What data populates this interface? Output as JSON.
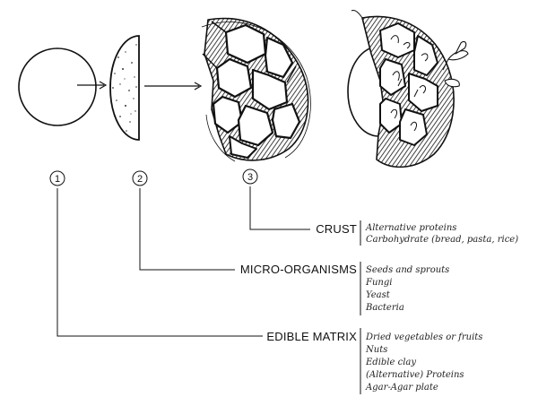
{
  "steps": [
    {
      "number": "1"
    },
    {
      "number": "2"
    },
    {
      "number": "3"
    }
  ],
  "layers": [
    {
      "title": "CRUST",
      "items": [
        "Alternative proteins",
        "Carbohydrate (bread, pasta, rice)"
      ]
    },
    {
      "title": "MICRO-ORGANISMS",
      "items": [
        "Seeds and sprouts",
        "Fungi",
        "Yeast",
        "Bacteria"
      ]
    },
    {
      "title": "EDIBLE MATRIX",
      "items": [
        "Dried vegetables or fruits",
        "Nuts",
        "Edible clay",
        "(Alternative) Proteins",
        "Agar-Agar plate"
      ]
    }
  ]
}
